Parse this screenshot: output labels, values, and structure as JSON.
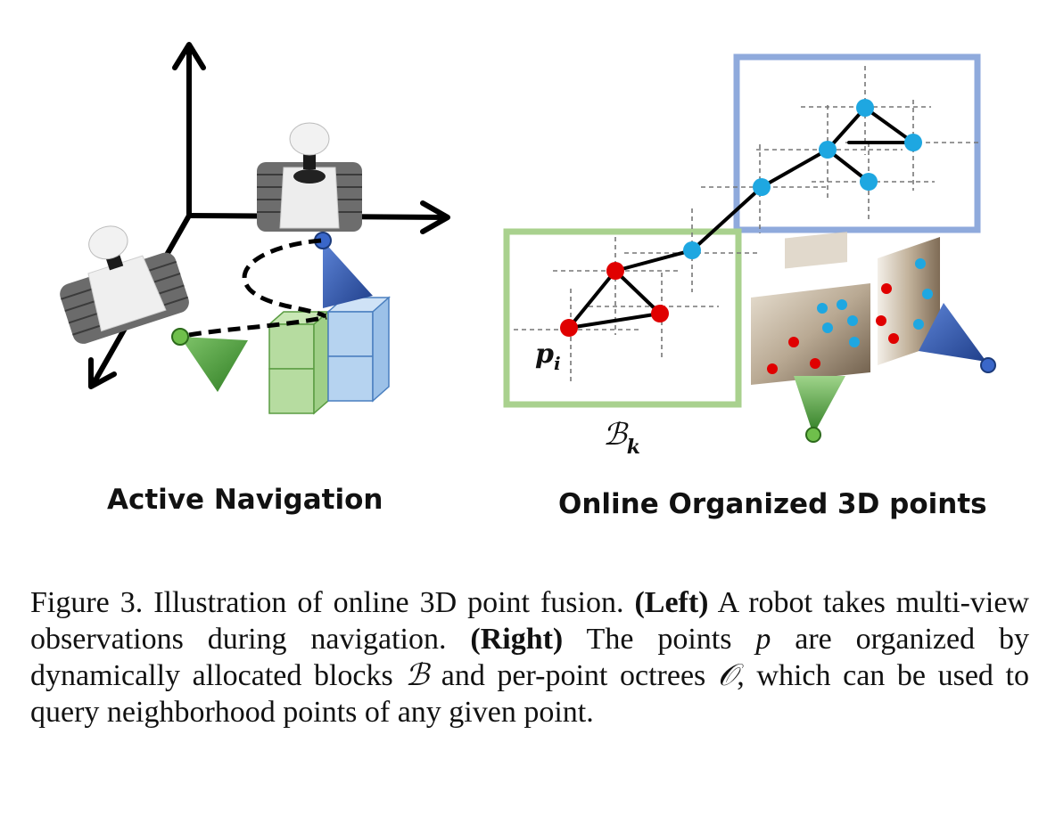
{
  "figure": {
    "left_panel_label": "Active Navigation",
    "right_panel_label": "Online Organized 3D points",
    "point_label": "p",
    "point_label_sub": "i",
    "block_label": "ℬ",
    "block_label_sub": "k"
  },
  "caption": {
    "prefix": "Figure 3.  Illustration of online 3D point fusion. ",
    "left_tag": "(Left)",
    "left_text": " A robot takes multi-view observations during navigation. ",
    "right_tag": "(Right)",
    "right_text_1": " The points ",
    "p_symbol": "p",
    "right_text_2": " are organized by dynamically allocated blocks ",
    "b_symbol": "ℬ",
    "right_text_3": " and per-point octrees ",
    "o_symbol": "𝒪",
    "right_text_4": ", which can be used to query neighborhood points of any given point."
  },
  "colors": {
    "green_box": "#a9d18e",
    "blue_box": "#8faadc",
    "red_point": "#e00000",
    "cyan_point": "#1ea7e1",
    "green_cone": "#3d8b2f",
    "blue_cone": "#2f55a4"
  }
}
